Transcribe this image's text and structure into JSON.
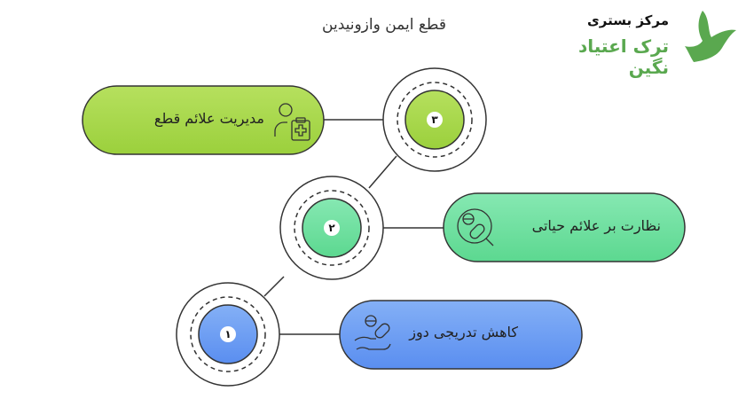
{
  "title": "قطع ایمن وازونیدین",
  "logo": {
    "line1": "مرکز بستری",
    "line2": "ترک اعتیاد نگین",
    "color": "#5aa84f"
  },
  "steps": [
    {
      "number": "۳",
      "label": "مدیریت علائم قطع",
      "icon": "patient-clipboard-icon",
      "color": "#a8d94c"
    },
    {
      "number": "۲",
      "label": "نظارت بر علائم حیاتی",
      "icon": "pill-magnifier-icon",
      "color": "#72e0a2"
    },
    {
      "number": "۱",
      "label": "کاهش تدریجی دوز",
      "icon": "hand-pills-icon",
      "color": "#6a9cf2"
    }
  ]
}
